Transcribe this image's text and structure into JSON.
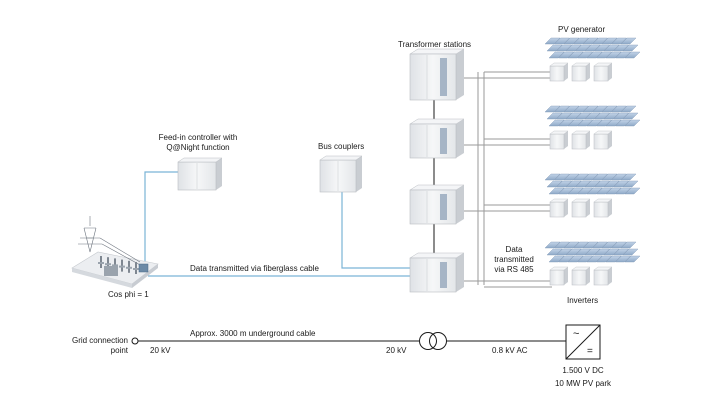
{
  "labels": {
    "pv_generator": "PV generator",
    "transformer_stations": "Transformer stations",
    "feed_in_controller": "Feed-in controller with\nQ@Night function",
    "bus_couplers": "Bus couplers",
    "data_fiberglass": "Data transmitted via fiberglass cable",
    "data_rs485": "Data\ntransmitted\nvia RS 485",
    "inverters": "Inverters",
    "cos_phi": "Cos phi = 1",
    "grid_connection_point": "Grid connection\npoint",
    "underground_cable": "Approx. 3000 m underground cable",
    "kv_left": "20 kV",
    "kv_mid": "20 kV",
    "kv_ac": "0.8 kV AC",
    "dc_voltage": "1.500 V DC",
    "park_size": "10 MW PV park"
  },
  "symbols": {
    "inverter_ac": "~",
    "inverter_dc": "="
  },
  "colors": {
    "fiber_line": "#7ab3d6",
    "rs485_line": "#9a9a9a",
    "power_line": "#1a1a1a",
    "panel": "#a9c0dc",
    "cabinet": "#eef0f2"
  }
}
